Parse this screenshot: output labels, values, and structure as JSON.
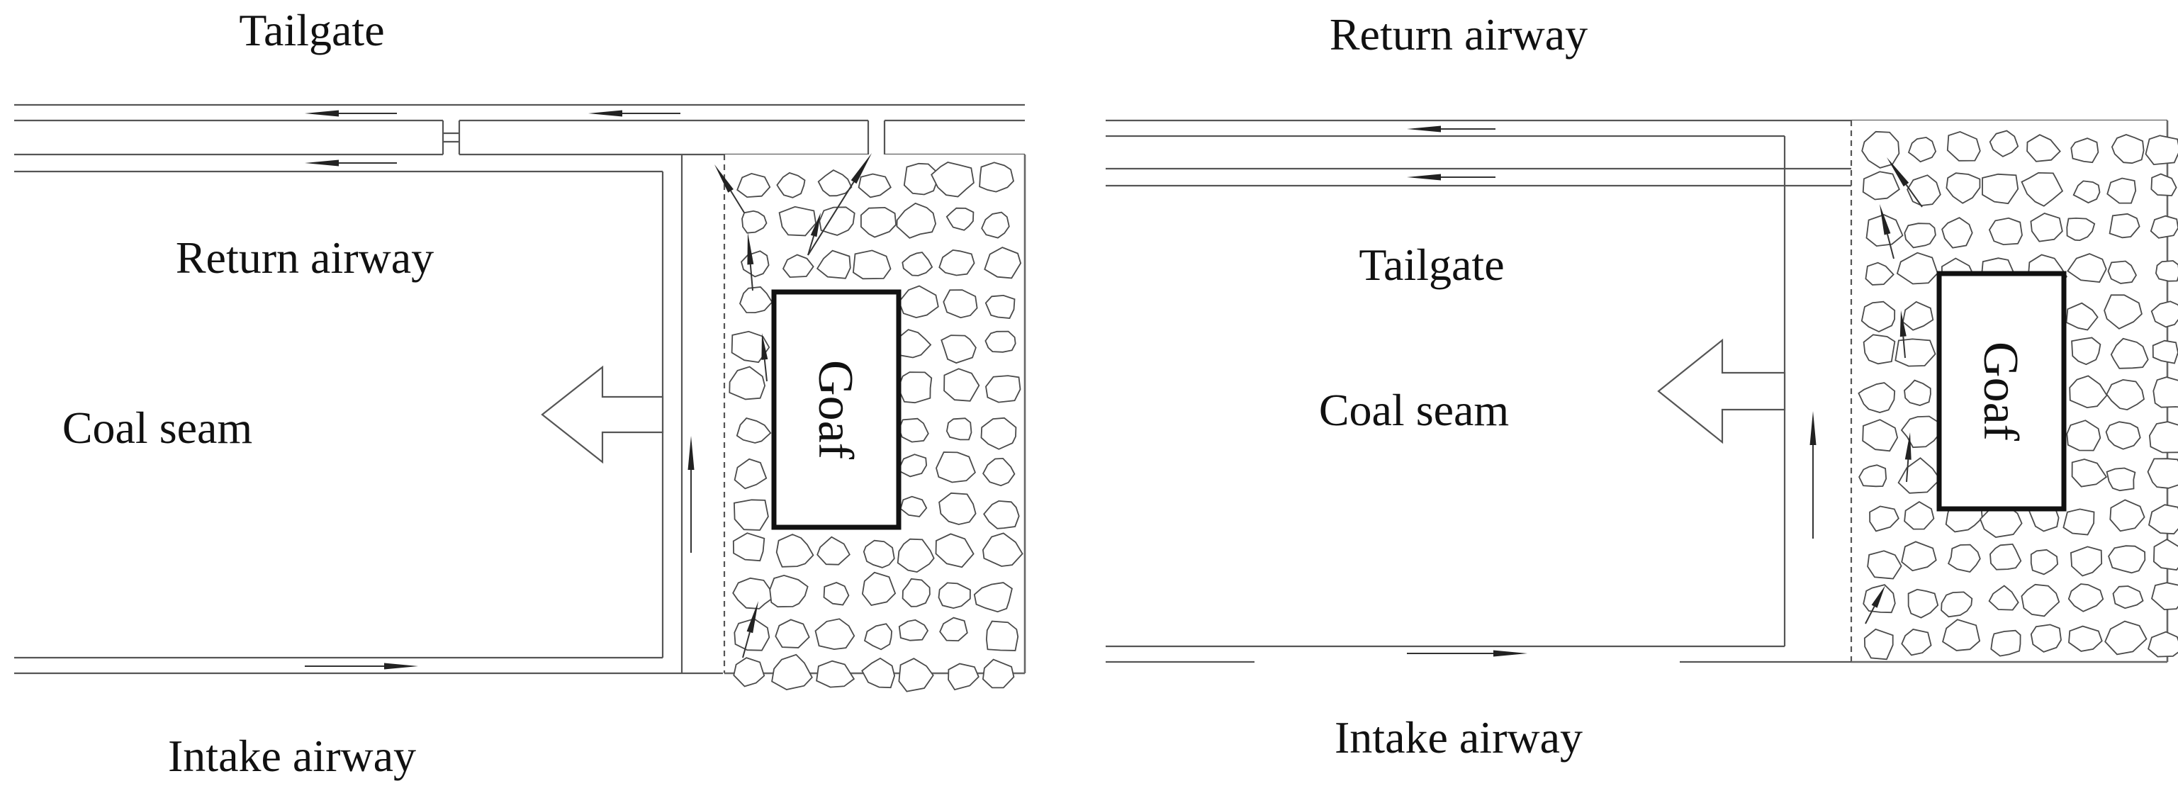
{
  "panels": [
    {
      "id": "left",
      "labels": {
        "top": "Tailgate",
        "upper_roadway": "Return airway",
        "coal_seam": "Coal seam",
        "bottom": "Intake airway",
        "goaf": "Goaf"
      }
    },
    {
      "id": "right",
      "labels": {
        "top": "Return airway",
        "upper_roadway": "Tailgate",
        "coal_seam": "Coal seam",
        "bottom": "Intake airway",
        "goaf": "Goaf"
      }
    }
  ],
  "colors": {
    "line": "#555555",
    "goaf_border": "#111111",
    "flow_arrow": "#222222"
  }
}
